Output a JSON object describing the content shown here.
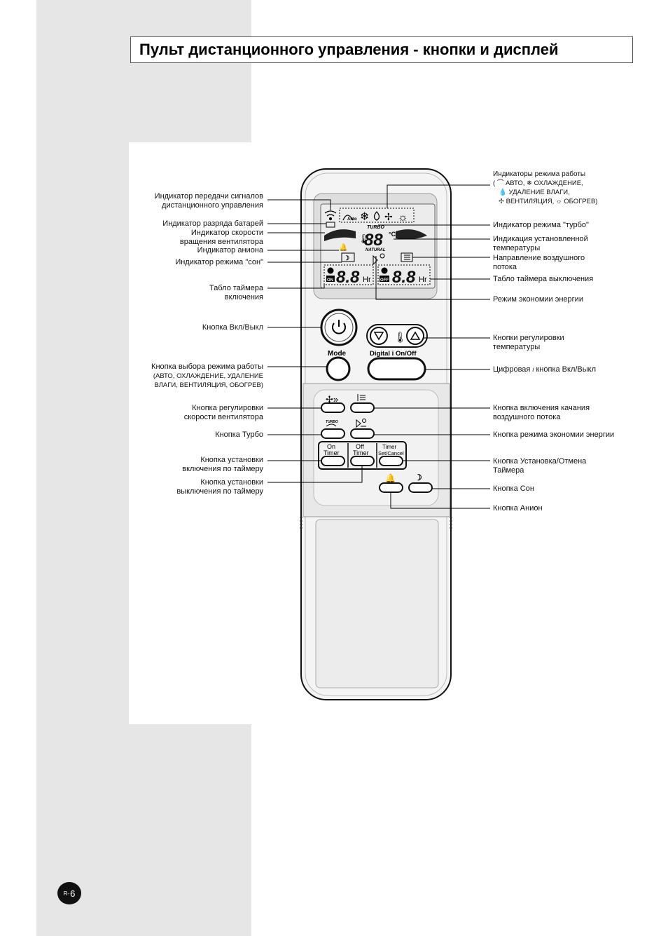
{
  "title": "Пульт дистанционного управления - кнопки и дисплей",
  "page_number": {
    "prefix": "R-",
    "number": "6"
  },
  "display": {
    "turbo": "TURBO",
    "natural": "NATURAL",
    "temp_digits": "88",
    "temp_unit": "°C",
    "timer_digits": "8.8",
    "timer_unit": "Hr",
    "on_badge": "ON",
    "off_badge": "OFF",
    "auto_icon": "Auto"
  },
  "buttons": {
    "mode": "Mode",
    "digital_onoff": "Digital i On/Off",
    "on_timer": [
      "On",
      "Timer"
    ],
    "off_timer": [
      "Off",
      "Timer"
    ],
    "timer_setcancel": [
      "Timer",
      "Set/Cancel"
    ],
    "turbo_icon": "TURBO"
  },
  "labels_left": {
    "signal": [
      "Индикатор передачи сигналов",
      "дистанционного управления"
    ],
    "battery": "Индикатор разряда батарей",
    "fan_speed": [
      "Индикатор скорости",
      "вращения вентилятора"
    ],
    "anion": "Индикатор аниона",
    "sleep": "Индикатор режима \"сон\"",
    "on_timer_display": [
      "Табло таймера",
      "включения"
    ],
    "power_button": "Кнопка Вкл/Выкл",
    "mode_button": [
      "Кнопка выбора режима работы",
      "(АВТО, ОХЛАЖДЕНИЕ, УДАЛЕНИЕ",
      "ВЛАГИ, ВЕНТИЛЯЦИЯ, ОБОГРЕВ)"
    ],
    "fan_button": [
      "Кнопка регулировки",
      "скорости вентилятора"
    ],
    "turbo_button": "Кнопка Турбо",
    "on_timer_button": [
      "Кнопка установки",
      "включения по таймеру"
    ],
    "off_timer_button": [
      "Кнопка установки",
      "выключения по таймеру"
    ]
  },
  "labels_right": {
    "modes_title": "Индикаторы режима работы",
    "modes_line1": [
      "( ",
      "АВТО, ",
      "ОХЛАЖДЕНИЕ,"
    ],
    "modes_line2": "УДАЛЕНИЕ ВЛАГИ,",
    "modes_line3": [
      "ВЕНТИЛЯЦИЯ, ",
      "ОБОГРЕВ)"
    ],
    "turbo_mode": "Индикатор режима \"турбо\"",
    "set_temp": [
      "Индикация установленной",
      "температуры"
    ],
    "airflow": [
      "Направление воздушного",
      "потока"
    ],
    "off_timer_display": "Табло таймера выключения",
    "energy_saving": "Режим экономии энергии",
    "temp_buttons": [
      "Кнопки регулировки",
      "температуры"
    ],
    "digital_button": [
      "Цифровая ",
      " кнопка Вкл/Выкл"
    ],
    "swing_button": [
      "Кнопка включения качания",
      "воздушного потока"
    ],
    "energy_button": "Кнопка режима экономии энергии",
    "timer_setcancel_button": [
      "Кнопка Установка/Отмена",
      "Таймера"
    ],
    "sleep_button": "Кнопка Сон",
    "anion_button": "Кнопка Анион"
  },
  "colors": {
    "page_gray": "#e6e6e6",
    "remote_body": "#f2f2f2",
    "display_bg": "#e4e4e4"
  }
}
